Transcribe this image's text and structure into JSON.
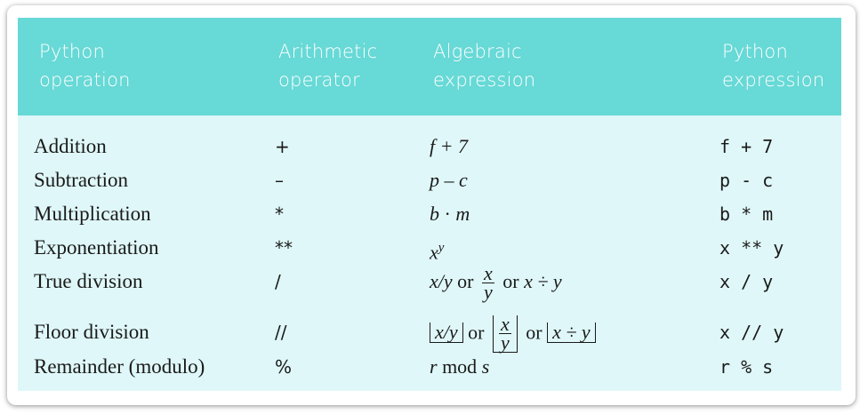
{
  "headers": {
    "operation": "Python\noperation",
    "arith": "Arithmetic\noperator",
    "alg": "Algebraic\nexpression",
    "py": "Python\nexpression"
  },
  "rows": [
    {
      "operation": "Addition",
      "operator": "+",
      "python": "f + 7"
    },
    {
      "operation": "Subtraction",
      "operator": "–",
      "python": "p - c"
    },
    {
      "operation": "Multiplication",
      "operator": "*",
      "python": "b * m"
    },
    {
      "operation": "Exponentiation",
      "operator": "**",
      "python": "x ** y"
    },
    {
      "operation": "True division",
      "operator": "/",
      "python": "x / y"
    },
    {
      "operation": "Floor division",
      "operator": "//",
      "python": "x // y"
    },
    {
      "operation": "Remainder (modulo)",
      "operator": "%",
      "python": "r % s"
    }
  ],
  "algebraic": {
    "add": "f + 7",
    "sub": "p – c",
    "mul_b": "b",
    "mul_dot": "·",
    "mul_m": "m",
    "exp_base": "x",
    "exp_pow": "y",
    "div_a": "x/y",
    "or": "or",
    "frac_num": "x",
    "frac_den": "y",
    "div_c": "x ÷ y",
    "floor_a": "x/y",
    "floor_c": "x ÷ y",
    "mod_r": "r",
    "mod_word": "mod",
    "mod_s": "s"
  },
  "colors": {
    "header": "#67d9d6",
    "body": "#dff7f8"
  }
}
